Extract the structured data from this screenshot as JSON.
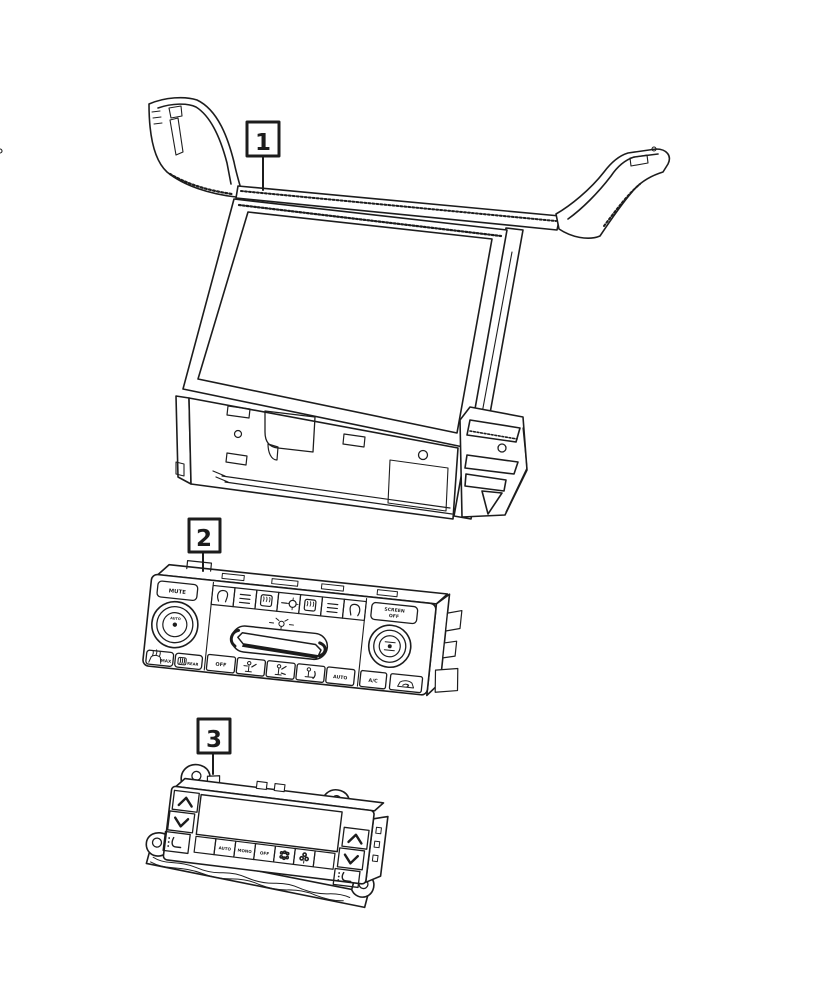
{
  "diagram": {
    "background": "#ffffff",
    "ink": "#1c1c1c",
    "callout_1": "1",
    "callout_2": "2",
    "callout_3": "3",
    "unit2": {
      "mute": "MUTE",
      "screen_off_1": "SCREEN",
      "screen_off_2": "OFF",
      "max": "MAX",
      "rear": "REAR",
      "off": "OFF",
      "auto": "AUTO",
      "ac": "A/C",
      "knob_auto": "AUTO"
    },
    "unit3": {
      "auto": "AUTO",
      "mono": "MONO",
      "off": "OFF"
    },
    "icons": {
      "unit2_top_row": [
        "seat-heat-left-icon",
        "level-bars-icon",
        "heated-seat-icon",
        "temp-fan-icon",
        "heated-seat-icon",
        "level-bars-icon",
        "seat-heat-right-icon"
      ],
      "unit2_bottom_row": [
        "defrost-max-icon",
        "rear-defrost-icon",
        "vent-panel-icon",
        "vent-bilevel-icon",
        "vent-floor-icon",
        "recirculation-icon"
      ],
      "unit2_center": "fan-icon",
      "unit3_icons": [
        "up-arrow-icon",
        "down-arrow-icon",
        "seat-heat-icon",
        "defrost-grid-icon",
        "fan-flower-icon"
      ]
    }
  }
}
